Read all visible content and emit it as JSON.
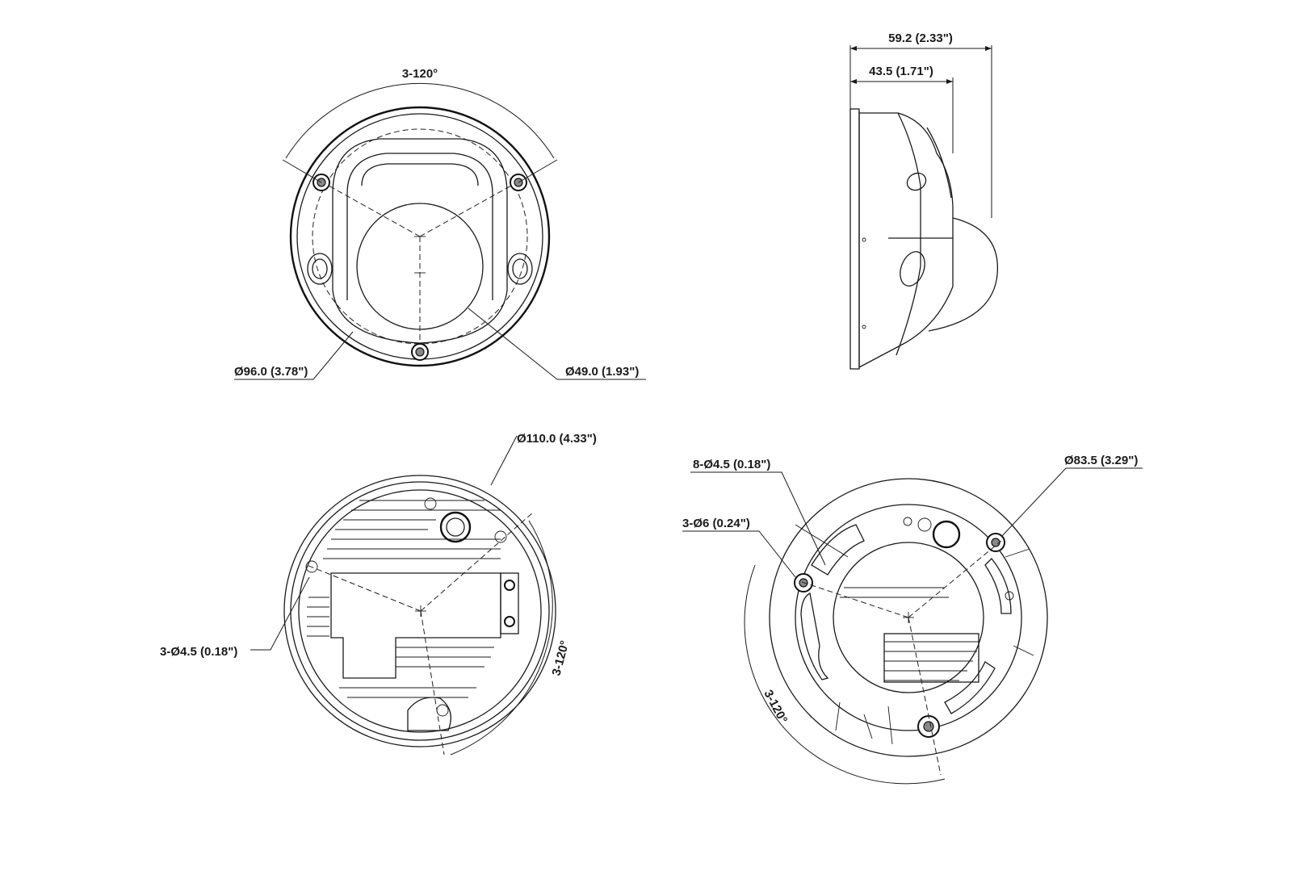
{
  "labels": {
    "front_angle": "3-120°",
    "front_outer_dia": "Ø96.0 (3.78\")",
    "front_lens_dia": "Ø49.0 (1.93\")",
    "side_total": "59.2 (2.33\")",
    "side_body": "43.5 (1.71\")",
    "bottom_outer_dia": "Ø110.0 (4.33\")",
    "bottom_holes": "3-Ø4.5 (0.18\")",
    "bottom_angle": "3-120°",
    "mount_holes_8": "8-Ø4.5 (0.18\")",
    "mount_holes_3": "3-Ø6 (0.24\")",
    "mount_dia": "Ø83.5 (3.29\")",
    "mount_angle": "3-120°"
  },
  "colors": {
    "line": "#1a1a1a",
    "background": "#ffffff"
  }
}
